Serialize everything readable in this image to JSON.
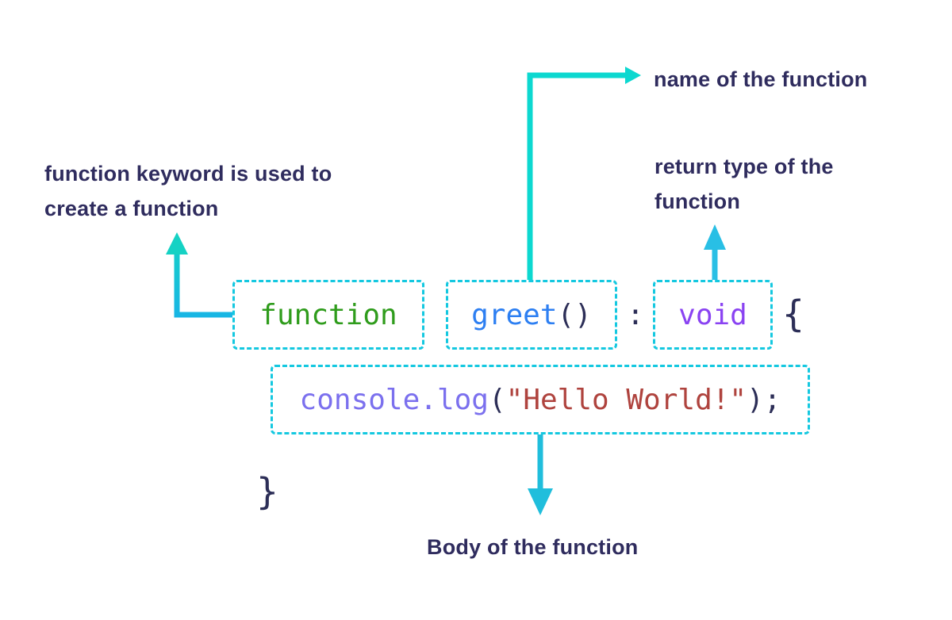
{
  "labels": {
    "name_of_function": "name of the function",
    "keyword_line1": "function keyword is used to",
    "keyword_line2": "create a function",
    "return_type_line1": "return type of the",
    "return_type_line2": "function",
    "body": "Body of the function"
  },
  "code": {
    "keyword": "function",
    "fn_name": "greet",
    "fn_parens": "()",
    "colon": ":",
    "return_type": "void",
    "open_brace": "{",
    "close_brace": "}",
    "call_fn": "console.log",
    "call_open_paren": "(",
    "call_string": "\"Hello World!\"",
    "call_close": ");"
  },
  "colors": {
    "page_bg": "#ffffff",
    "box_bg": "#ffffff",
    "box_border_cyan": "#14c8e0",
    "label_text": "#2f2c5e",
    "code_punct": "#2c2e57",
    "keyword_green": "#2f9c1c",
    "name_blue": "#2d7ff2",
    "type_purple": "#8a43f2",
    "fncall_periwinkle": "#7b70ee",
    "string_red": "#af433e",
    "arrow_teal": "#0cd8d0",
    "arrow_teal_dark": "#15d2c4",
    "arrow_blue_cyan": "#18b6e4",
    "arrow_cyan": "#29bfe5",
    "arrow_cyan_down": "#20bedc"
  }
}
